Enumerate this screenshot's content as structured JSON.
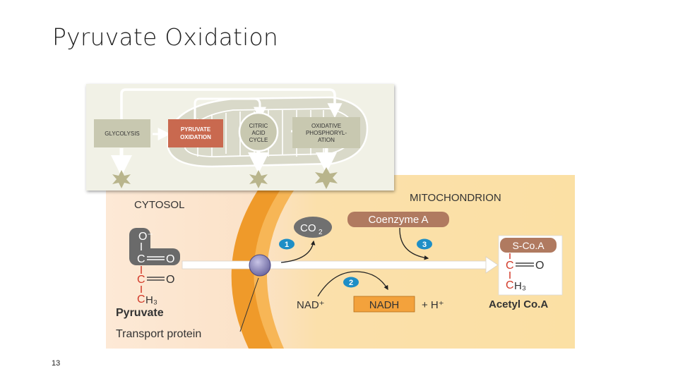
{
  "slide": {
    "title": "Pyruvate Oxidation",
    "page_number": "13"
  },
  "overview": {
    "glycolysis": "GLYCOLYSIS",
    "pyruvate_ox_line1": "PYRUVATE",
    "pyruvate_ox_line2": "OXIDATION",
    "citric_line1": "CITRIC",
    "citric_line2": "ACID",
    "citric_line3": "CYCLE",
    "oxphos_line1": "OXIDATIVE",
    "oxphos_line2": "PHOSPHORYL-",
    "oxphos_line3": "ATION"
  },
  "detail": {
    "cytosol_label": "CYTOSOL",
    "mito_label": "MITOCHONDRION",
    "co2_base": "CO",
    "co2_sub": "2",
    "coenzyme_label": "Coenzyme A",
    "step1": "1",
    "step2": "2",
    "step3": "3",
    "nad_label": "NAD⁺",
    "nadh_label": "NADH",
    "hplus_label": "+ H⁺",
    "pyruvate_o_minus": "O⁻",
    "pyruvate_c1": "C",
    "pyruvate_o1": "O",
    "pyruvate_c2": "C",
    "pyruvate_o2": "O",
    "pyruvate_c3": "C",
    "pyruvate_h3": "H₃",
    "pyruvate_label": "Pyruvate",
    "transport_label": "Transport protein",
    "acetyl_sco": "S-Co.A",
    "acetyl_c1": "C",
    "acetyl_o": "O",
    "acetyl_c2": "C",
    "acetyl_h3": "H₃",
    "acetyl_label": "Acetyl Co.A"
  },
  "colors": {
    "pyruvate_ox_box": "#c9694f",
    "overview_box": "#c8c8b0",
    "membrane_orange": "#ef9a2a",
    "cytosol_bg": "#fbe4cc",
    "mito_bg": "#fbe0a6",
    "step_blue": "#1e8ec6",
    "coenzyme_brown": "#b07a60",
    "carbon_red": "#d23b2a",
    "nadh_orange": "#f3a23c"
  }
}
